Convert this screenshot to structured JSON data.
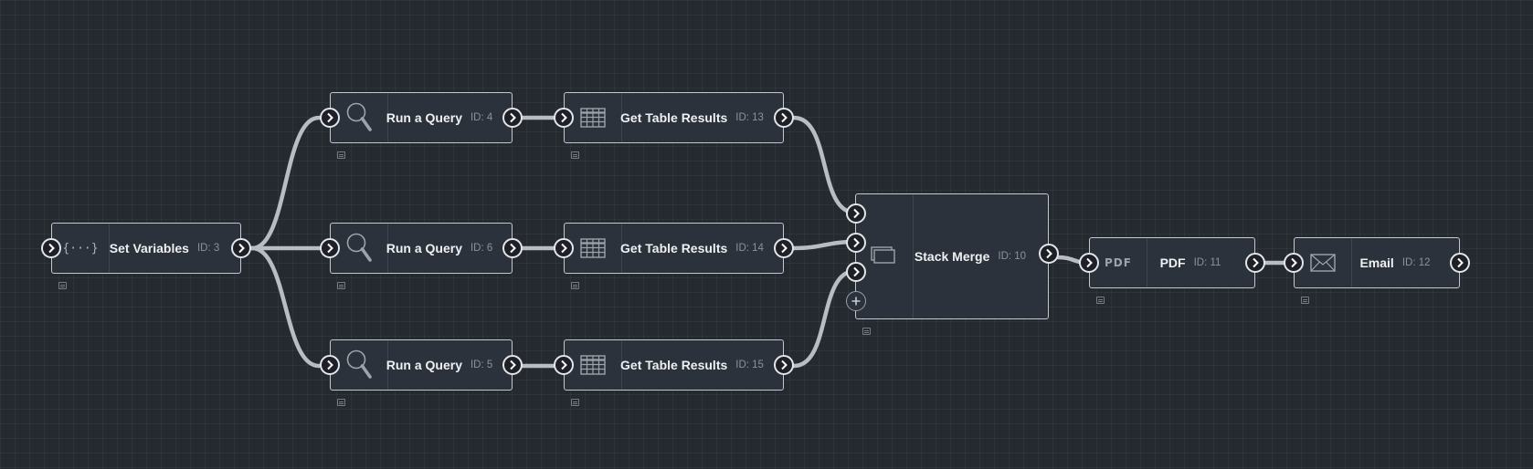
{
  "canvas": {
    "background": "#252a31",
    "node_fill": "#2c323b",
    "wire_color": "#b9bcc0",
    "port_color": "#e3e5e8"
  },
  "nodes": {
    "set_variables": {
      "title": "Set Variables",
      "id": "ID: 3",
      "icon": "braces-icon",
      "glyph": "{···}"
    },
    "query_4": {
      "title": "Run a Query",
      "id": "ID: 4",
      "icon": "magnifier-icon"
    },
    "query_6": {
      "title": "Run a Query",
      "id": "ID: 6",
      "icon": "magnifier-icon"
    },
    "query_5": {
      "title": "Run a Query",
      "id": "ID: 5",
      "icon": "magnifier-icon"
    },
    "table_13": {
      "title": "Get Table Results",
      "id": "ID: 13",
      "icon": "table-grid-icon"
    },
    "table_14": {
      "title": "Get Table Results",
      "id": "ID: 14",
      "icon": "table-grid-icon"
    },
    "table_15": {
      "title": "Get Table Results",
      "id": "ID: 15",
      "icon": "table-grid-icon"
    },
    "stack_merge": {
      "title": "Stack Merge",
      "id": "ID: 10",
      "icon": "stacked-layers-icon"
    },
    "pdf": {
      "title": "PDF",
      "id": "ID: 11",
      "icon": "pdf-icon",
      "glyph": "PDF"
    },
    "email": {
      "title": "Email",
      "id": "ID: 12",
      "icon": "envelope-icon"
    }
  }
}
